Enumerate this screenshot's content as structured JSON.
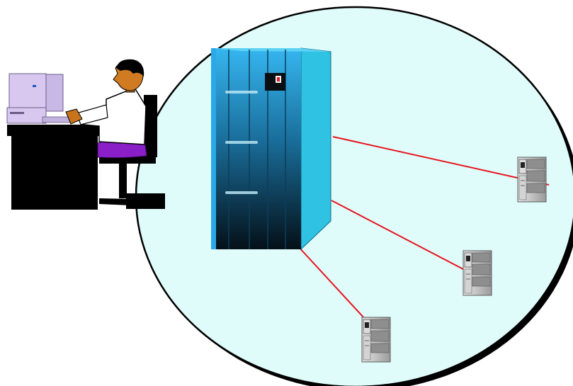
{
  "diagram": {
    "nodes": [
      {
        "id": "operator",
        "kind": "person-at-workstation",
        "icon": "person-icon"
      },
      {
        "id": "mainframe",
        "kind": "mainframe-server",
        "icon": "mainframe-icon"
      },
      {
        "id": "server-1",
        "kind": "tower-server",
        "icon": "tower-server-icon"
      },
      {
        "id": "server-2",
        "kind": "tower-server",
        "icon": "tower-server-icon"
      },
      {
        "id": "server-3",
        "kind": "tower-server",
        "icon": "tower-server-icon"
      }
    ],
    "links": [
      {
        "from": "mainframe",
        "to": "server-1"
      },
      {
        "from": "mainframe",
        "to": "server-2"
      },
      {
        "from": "mainframe",
        "to": "server-3"
      }
    ],
    "colors": {
      "zone_fill": "#dffcfa",
      "zone_stroke": "#000000",
      "link": "#e8141e",
      "mainframe_front": "#1c7fb2",
      "mainframe_side": "#2fc2e2",
      "monitor": "#d8c8f0",
      "trousers": "#8a1fc8",
      "desk": "#000000"
    }
  }
}
